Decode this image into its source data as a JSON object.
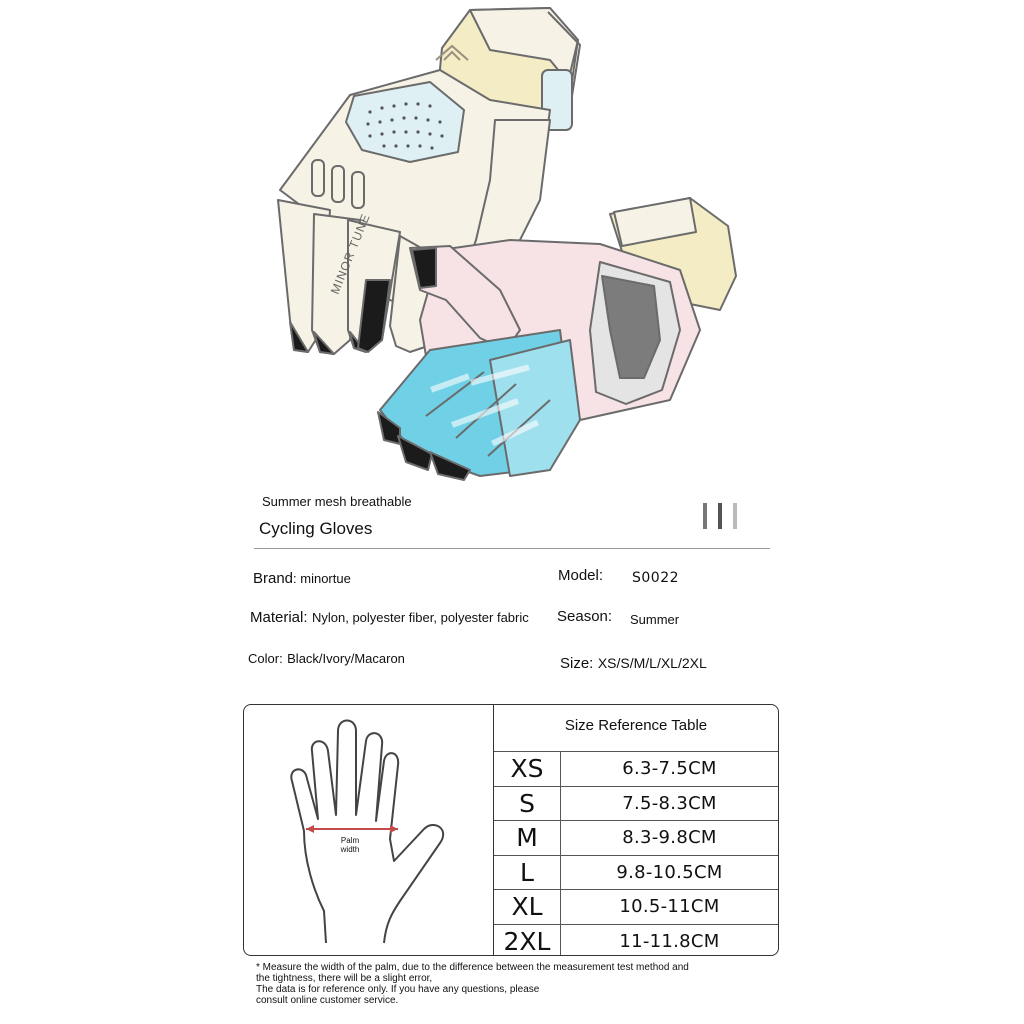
{
  "product": {
    "subtitle": "Summer mesh breathable",
    "title": "Cycling Gloves",
    "glove_brand_print": "MINOR TUNE"
  },
  "specs": {
    "brand_label": "Brand",
    "brand_value": ": minortue",
    "model_label": "Model:",
    "model_value": "S0022",
    "material_label": "Material:",
    "material_value": "Nylon, polyester fiber, polyester fabric",
    "season_label": "Season:",
    "season_value": "Summer",
    "color_label": "Color:",
    "color_value": "Black/Ivory/Macaron",
    "size_label": "Size:",
    "size_value": "XS/S/M/L/XL/2XL"
  },
  "size_table": {
    "title": "Size Reference Table",
    "palm_label_1": "Palm",
    "palm_label_2": "width",
    "rows": [
      {
        "size": "XS",
        "range": "6.3-7.5CM"
      },
      {
        "size": "S",
        "range": "7.5-8.3CM"
      },
      {
        "size": "M",
        "range": "8.3-9.8CM"
      },
      {
        "size": "L",
        "range": "9.8-10.5CM"
      },
      {
        "size": "XL",
        "range": "10.5-11CM"
      },
      {
        "size": "2XL",
        "range": "11-11.8CM"
      }
    ]
  },
  "note": {
    "line1": "* Measure the width of the palm, due to the difference between the measurement test method and",
    "line2": "the tightness, there will be a slight error,",
    "line3": "The data is for reference only. If you have any questions, please",
    "line4": "consult online customer service."
  },
  "colors": {
    "ivory": "#f6f2e6",
    "macaron_yellow": "#f3ecc4",
    "macaron_blue": "#dff0f4",
    "pink_palm": "#f7e3e6",
    "aqua_print": "#6fd0e6",
    "black": "#1b1b1b",
    "outline": "#6b6b6b"
  }
}
